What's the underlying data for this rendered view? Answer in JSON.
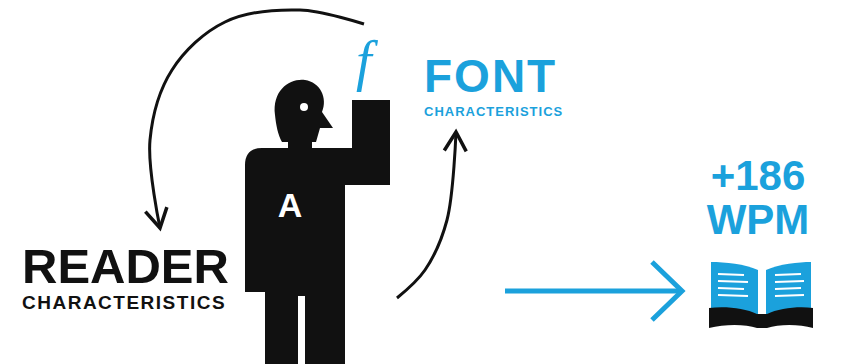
{
  "diagram": {
    "nodes": [
      {
        "text": [
          "FONT",
          "CHARACTERISTICS"
        ]
      },
      {
        "text": [
          "A"
        ]
      },
      {
        "text": [
          "READER",
          "CHARACTERISTICS"
        ]
      }
    ],
    "edges": [
      {
        "from": 1,
        "to": 2,
        "arrow": "to"
      },
      {
        "from": 1,
        "to": 0,
        "arrow": "to"
      }
    ],
    "labels": [
      "f",
      "+186 WPM"
    ]
  }
}
